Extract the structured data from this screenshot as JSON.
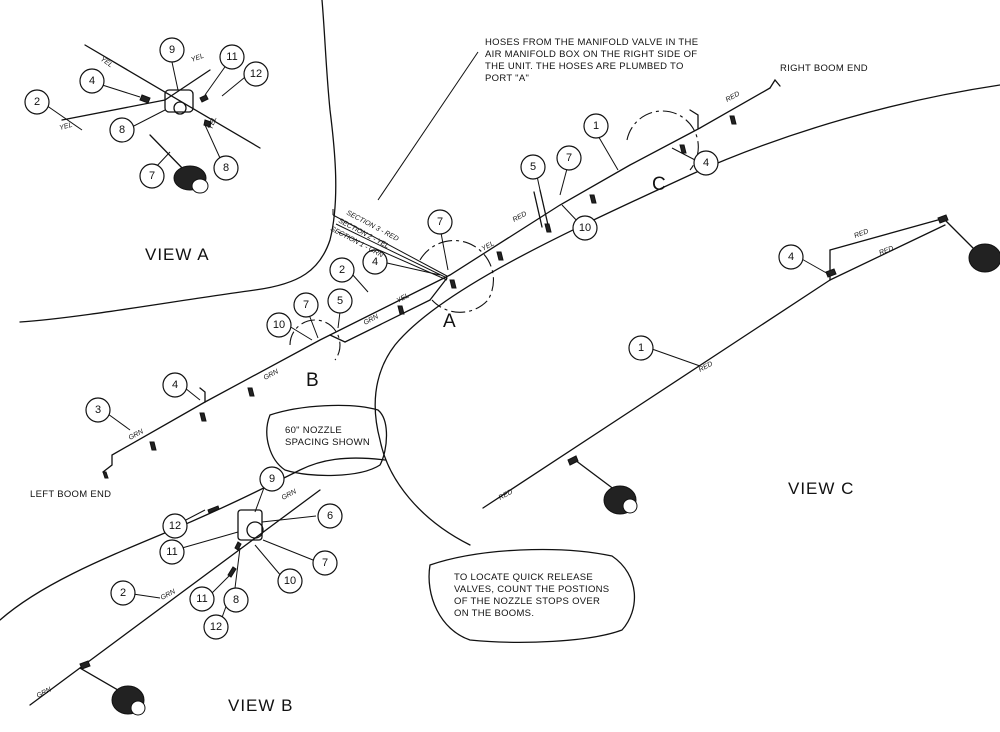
{
  "notes": {
    "manifold": [
      "HOSES FROM THE MANIFOLD VALVE IN THE",
      "AIR MANIFOLD BOX ON THE RIGHT SIDE OF",
      "THE UNIT. THE HOSES ARE PLUMBED TO",
      "PORT \"A\""
    ],
    "spacing": [
      "60\" NOZZLE",
      "SPACING SHOWN"
    ],
    "quick_release": [
      "TO LOCATE QUICK RELEASE",
      "VALVES, COUNT THE POSTIONS",
      "OF THE NOZZLE STOPS OVER",
      "ON THE BOOMS."
    ]
  },
  "labels": {
    "right_boom_end": "RIGHT BOOM END",
    "left_boom_end": "LEFT BOOM END"
  },
  "views": {
    "a": "VIEW A",
    "b": "VIEW B",
    "c": "VIEW C"
  },
  "details": {
    "a": "A",
    "b": "B",
    "c": "C"
  },
  "sections": {
    "s3": "SECTION 3 - RED",
    "s2": "SECTION 2 - YEL",
    "s1": "SECTION 1 - GRN"
  },
  "hose": {
    "yel": "YEL",
    "grn": "GRN",
    "red": "RED"
  },
  "callouts": {
    "v_a_2": "2",
    "v_a_4": "4",
    "v_a_9": "9",
    "v_a_11": "11",
    "v_a_12": "12",
    "v_a_8a": "8",
    "v_a_8b": "8",
    "v_a_7": "7",
    "m_3": "3",
    "m_4a": "4",
    "m_10a": "10",
    "m_7a": "7",
    "m_5a": "5",
    "m_2": "2",
    "m_4b": "4",
    "m_7b": "7",
    "m_5b": "5",
    "m_7c": "7",
    "m_10b": "10",
    "m_1": "1",
    "m_4c": "4",
    "v_b_9": "9",
    "v_b_12a": "12",
    "v_b_6": "6",
    "v_b_11a": "11",
    "v_b_7": "7",
    "v_b_10": "10",
    "v_b_2": "2",
    "v_b_11b": "11",
    "v_b_8": "8",
    "v_b_12b": "12",
    "v_c_4": "4",
    "v_c_1": "1"
  }
}
